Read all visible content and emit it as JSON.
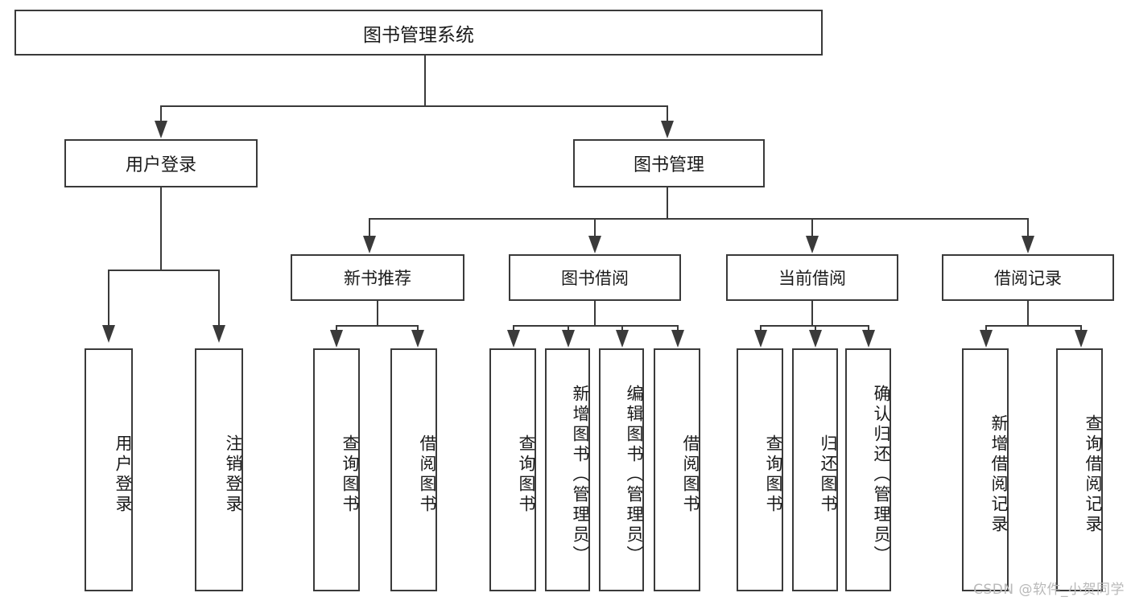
{
  "diagram": {
    "type": "tree",
    "title": "图书管理系统",
    "root": {
      "label": "图书管理系统"
    },
    "level2": [
      {
        "label": "用户登录"
      },
      {
        "label": "图书管理"
      }
    ],
    "level3": [
      {
        "label": "新书推荐"
      },
      {
        "label": "图书借阅"
      },
      {
        "label": "当前借阅"
      },
      {
        "label": "借阅记录"
      }
    ],
    "leaves": {
      "user_login": [
        {
          "label": "用户登录"
        },
        {
          "label": "注销登录"
        }
      ],
      "new_book_rec": [
        {
          "label": "查询图书"
        },
        {
          "label": "借阅图书"
        }
      ],
      "book_borrow": [
        {
          "label": "查询图书"
        },
        {
          "label": "新增图书（管理员）"
        },
        {
          "label": "编辑图书（管理员）"
        },
        {
          "label": "借阅图书"
        }
      ],
      "current_borrow": [
        {
          "label": "查询图书"
        },
        {
          "label": "归还图书"
        },
        {
          "label": "确认归还（管理员）"
        }
      ],
      "borrow_record": [
        {
          "label": "新增借阅记录"
        },
        {
          "label": "查询借阅记录"
        }
      ]
    }
  },
  "watermark": {
    "text": "CSDN @软件_小贺同学"
  },
  "colors": {
    "border": "#3a3a3a",
    "background": "#ffffff",
    "text": "#1a1a1a",
    "watermark": "#b9b9b9"
  }
}
